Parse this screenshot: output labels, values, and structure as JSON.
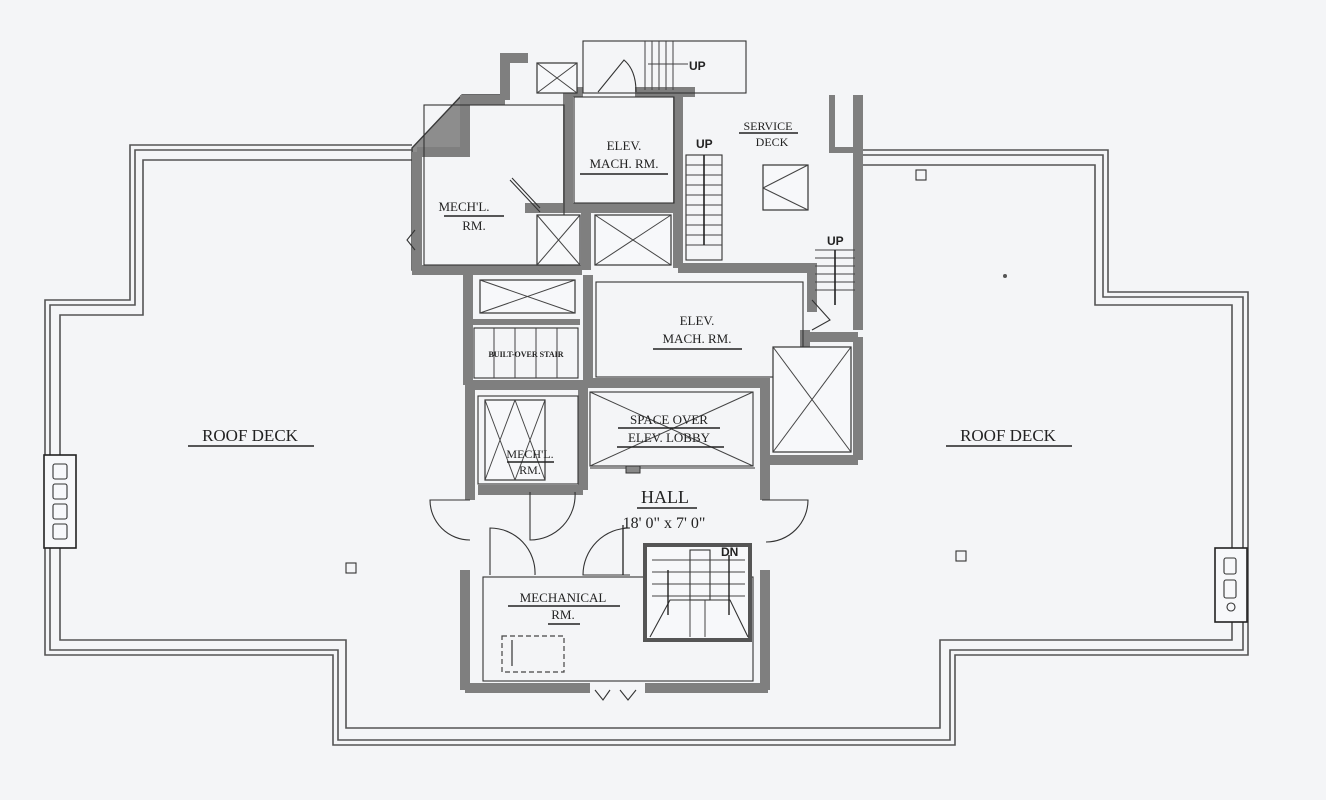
{
  "plan": {
    "rooms": {
      "roof_deck_left": "ROOF DECK",
      "roof_deck_right": "ROOF DECK",
      "elev_mach_rm_top_line1": "ELEV.",
      "elev_mach_rm_top_line2": "MACH. RM.",
      "service_deck_line1": "SERVICE",
      "service_deck_line2": "DECK",
      "mechl_rm_top_line1": "MECH'L.",
      "mechl_rm_top_line2": "RM.",
      "elev_mach_rm_mid_line1": "ELEV.",
      "elev_mach_rm_mid_line2": "MACH. RM.",
      "small_stair_label": "BUILT-OVER STAIR",
      "space_over_line1": "SPACE OVER",
      "space_over_line2": "ELEV. LOBBY",
      "mechl_rm_mid_line1": "MECH'L.",
      "mechl_rm_mid_line2": "RM.",
      "hall_title": "HALL",
      "hall_dimensions": "18' 0\" x 7' 0\"",
      "mechanical_rm_line1": "MECHANICAL",
      "mechanical_rm_line2": "RM."
    },
    "stair_markers": {
      "top_stair": "UP",
      "service_stair": "UP",
      "right_stair": "UP",
      "hall_stair": "DN"
    },
    "colors": {
      "background": "#f4f5f7",
      "wall_fill": "#8d8d8d",
      "line": "#333333"
    }
  }
}
